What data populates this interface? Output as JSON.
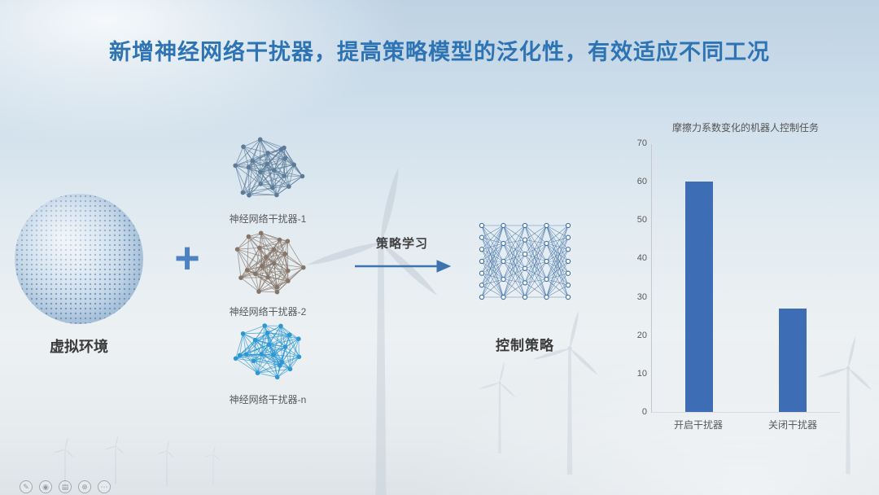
{
  "slide": {
    "title": "新增神经网络干扰器，提高策略模型的泛化性，有效适应不同工况",
    "title_color": "#2E74B5"
  },
  "diagram": {
    "environment_label": "虚拟环境",
    "plus_sign": "+",
    "plus_color": "#4E82C4",
    "perturbers": [
      {
        "label": "神经网络干扰器-1",
        "color": "#5B7B99"
      },
      {
        "label": "神经网络干扰器-2",
        "color": "#86766A"
      },
      {
        "label": "神经网络干扰器-n",
        "color": "#2B97D3"
      }
    ],
    "arrow_label": "策略学习",
    "arrow_color": "#3E74AE",
    "policy_label": "控制策略",
    "policy_color": "#3E6FA8"
  },
  "chart_data": {
    "type": "bar",
    "title": "摩擦力系数变化的机器人控制任务",
    "categories": [
      "开启干扰器",
      "关闭干扰器"
    ],
    "values": [
      60,
      27
    ],
    "ylim": [
      0,
      70
    ],
    "ytick_step": 10,
    "xlabel": "",
    "ylabel": "",
    "bar_color": "#3D6EB5",
    "grid": false,
    "legend": false
  },
  "controls": {
    "icons": [
      {
        "name": "pen-icon",
        "glyph": "✎"
      },
      {
        "name": "laser-pointer-icon",
        "glyph": "◉"
      },
      {
        "name": "highlighter-icon",
        "glyph": "▤"
      },
      {
        "name": "eraser-icon",
        "glyph": "⊕"
      },
      {
        "name": "more-icon",
        "glyph": "⋯"
      }
    ]
  }
}
